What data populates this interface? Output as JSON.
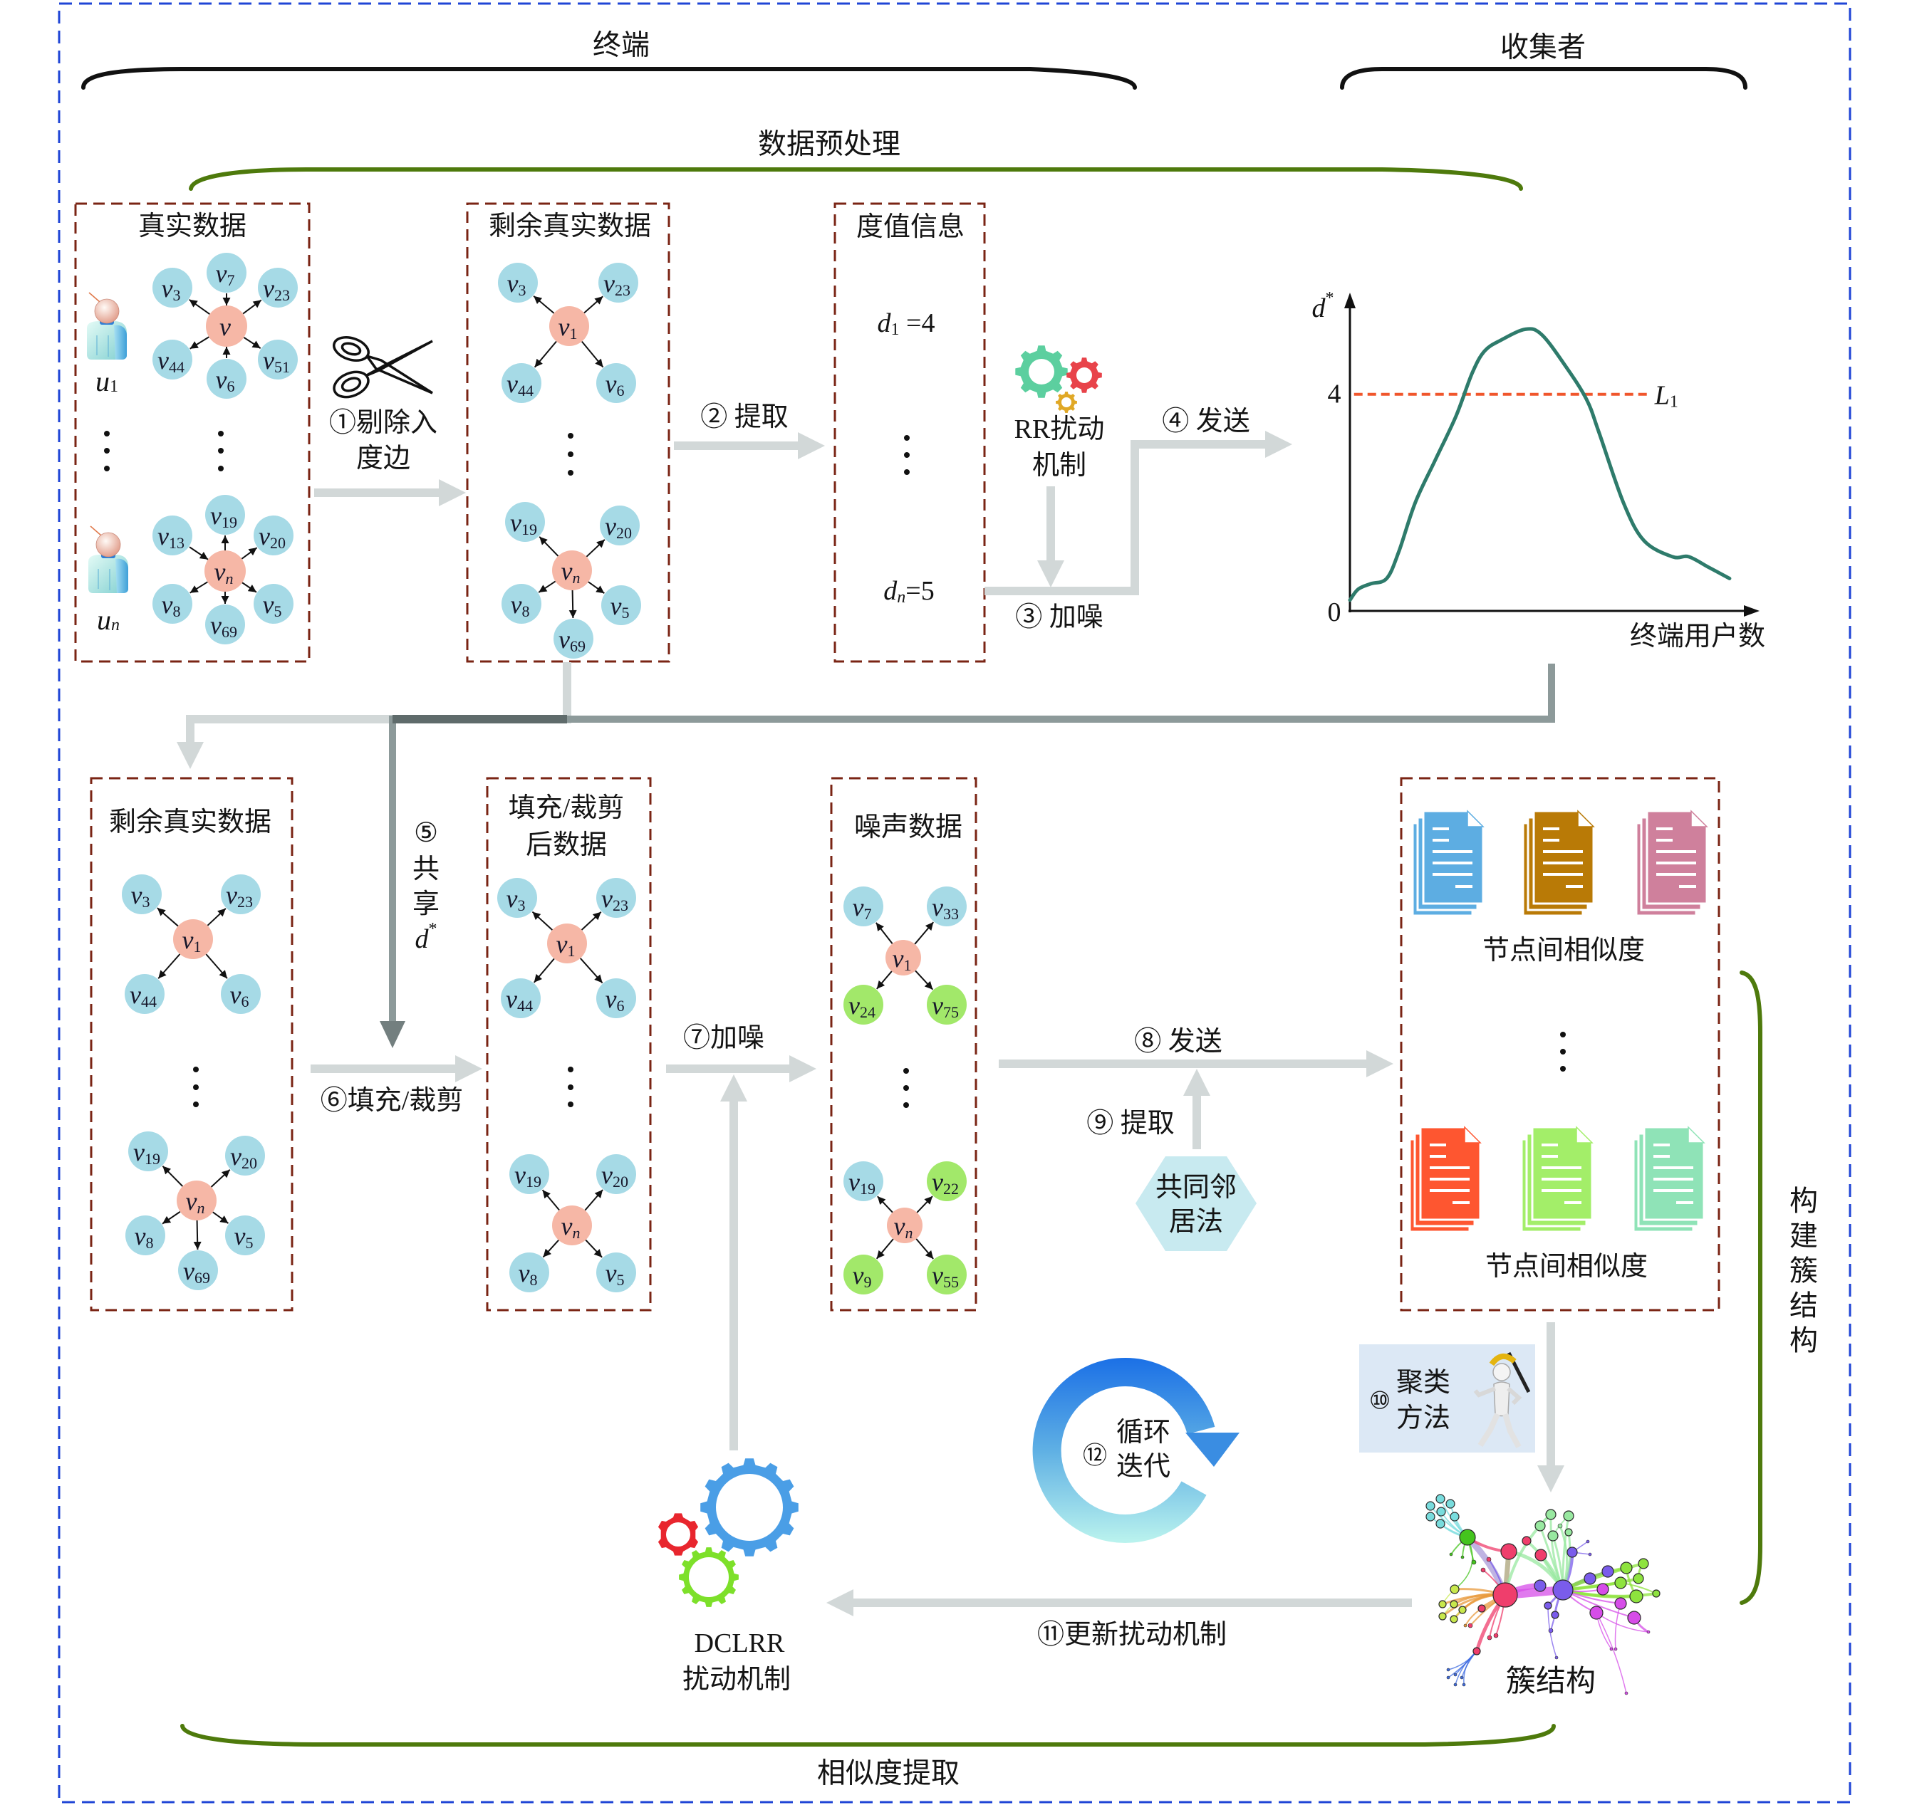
{
  "frame": {
    "terminal": "终端",
    "collector": "收集者"
  },
  "phases": {
    "preprocess": "数据预处理",
    "similarity_extraction": "相似度提取",
    "build_cluster": "构建簇结构"
  },
  "boxes": {
    "real_data": {
      "title": "真实数据",
      "users": [
        {
          "base": "u",
          "sub": "1"
        },
        {
          "base": "u",
          "sub": "n"
        }
      ]
    },
    "remaining_top": {
      "title": "剩余真实数据"
    },
    "degree_info": {
      "title": "度值信息",
      "entries": [
        {
          "base": "d",
          "sub": "1",
          "rest": " =4"
        },
        {
          "base": "d",
          "sub": "n",
          "rest": "=5"
        }
      ]
    },
    "remaining_bottom": {
      "title": "剩余真实数据"
    },
    "filled_cropped": {
      "title_lines": [
        "填充/裁剪",
        "后数据"
      ]
    },
    "noise_data": {
      "title": "噪声数据"
    },
    "similarity": {
      "labels": [
        "节点间相似度",
        "节点间相似度"
      ],
      "doc_colors": [
        "#5DADE2",
        "#B97A06",
        "#CF809C",
        "#FE5630",
        "#A3EE69",
        "#8FE3B7"
      ]
    }
  },
  "graphs": [
    {
      "id": "real_1",
      "box": "real_data",
      "center": {
        "base": "v",
        "sub": ""
      },
      "neighbors": [
        {
          "base": "v",
          "sub": "3",
          "dir": "out",
          "kind": "real"
        },
        {
          "base": "v",
          "sub": "7",
          "dir": "in",
          "kind": "real"
        },
        {
          "base": "v",
          "sub": "23",
          "dir": "out",
          "kind": "real"
        },
        {
          "base": "v",
          "sub": "44",
          "dir": "out",
          "kind": "real"
        },
        {
          "base": "v",
          "sub": "6",
          "dir": "in",
          "kind": "real"
        },
        {
          "base": "v",
          "sub": "51",
          "dir": "out",
          "kind": "real"
        }
      ]
    },
    {
      "id": "real_n",
      "box": "real_data",
      "center": {
        "base": "v",
        "sub": "n"
      },
      "neighbors": [
        {
          "base": "v",
          "sub": "13",
          "dir": "in",
          "kind": "real"
        },
        {
          "base": "v",
          "sub": "19",
          "dir": "out",
          "kind": "real"
        },
        {
          "base": "v",
          "sub": "20",
          "dir": "out",
          "kind": "real"
        },
        {
          "base": "v",
          "sub": "8",
          "dir": "out",
          "kind": "real"
        },
        {
          "base": "v",
          "sub": "69",
          "dir": "out",
          "kind": "real"
        },
        {
          "base": "v",
          "sub": "5",
          "dir": "out",
          "kind": "real"
        }
      ]
    },
    {
      "id": "rem_top_1",
      "box": "remaining_top",
      "center": {
        "base": "v",
        "sub": "1"
      },
      "neighbors": [
        {
          "base": "v",
          "sub": "3",
          "dir": "out",
          "kind": "real"
        },
        {
          "base": "v",
          "sub": "23",
          "dir": "out",
          "kind": "real"
        },
        {
          "base": "v",
          "sub": "44",
          "dir": "out",
          "kind": "real"
        },
        {
          "base": "v",
          "sub": "6",
          "dir": "out",
          "kind": "real"
        }
      ]
    },
    {
      "id": "rem_top_n",
      "box": "remaining_top",
      "center": {
        "base": "v",
        "sub": "n"
      },
      "neighbors": [
        {
          "base": "v",
          "sub": "19",
          "dir": "out",
          "kind": "real"
        },
        {
          "base": "v",
          "sub": "20",
          "dir": "out",
          "kind": "real"
        },
        {
          "base": "v",
          "sub": "8",
          "dir": "out",
          "kind": "real"
        },
        {
          "base": "v",
          "sub": "5",
          "dir": "out",
          "kind": "real"
        },
        {
          "base": "v",
          "sub": "69",
          "dir": "out",
          "kind": "real"
        }
      ]
    },
    {
      "id": "rem_bot_1",
      "box": "remaining_bottom",
      "center": {
        "base": "v",
        "sub": "1"
      },
      "neighbors": [
        {
          "base": "v",
          "sub": "3",
          "dir": "out",
          "kind": "real"
        },
        {
          "base": "v",
          "sub": "23",
          "dir": "out",
          "kind": "real"
        },
        {
          "base": "v",
          "sub": "44",
          "dir": "out",
          "kind": "real"
        },
        {
          "base": "v",
          "sub": "6",
          "dir": "out",
          "kind": "real"
        }
      ]
    },
    {
      "id": "rem_bot_n",
      "box": "remaining_bottom",
      "center": {
        "base": "v",
        "sub": "n"
      },
      "neighbors": [
        {
          "base": "v",
          "sub": "19",
          "dir": "out",
          "kind": "real"
        },
        {
          "base": "v",
          "sub": "20",
          "dir": "out",
          "kind": "real"
        },
        {
          "base": "v",
          "sub": "8",
          "dir": "out",
          "kind": "real"
        },
        {
          "base": "v",
          "sub": "5",
          "dir": "out",
          "kind": "real"
        },
        {
          "base": "v",
          "sub": "69",
          "dir": "out",
          "kind": "real"
        }
      ]
    },
    {
      "id": "filled_1",
      "box": "filled_cropped",
      "center": {
        "base": "v",
        "sub": "1"
      },
      "neighbors": [
        {
          "base": "v",
          "sub": "3",
          "dir": "out",
          "kind": "real"
        },
        {
          "base": "v",
          "sub": "23",
          "dir": "out",
          "kind": "real"
        },
        {
          "base": "v",
          "sub": "44",
          "dir": "out",
          "kind": "real"
        },
        {
          "base": "v",
          "sub": "6",
          "dir": "out",
          "kind": "real"
        }
      ]
    },
    {
      "id": "filled_n",
      "box": "filled_cropped",
      "center": {
        "base": "v",
        "sub": "n"
      },
      "neighbors": [
        {
          "base": "v",
          "sub": "19",
          "dir": "out",
          "kind": "real"
        },
        {
          "base": "v",
          "sub": "20",
          "dir": "out",
          "kind": "real"
        },
        {
          "base": "v",
          "sub": "8",
          "dir": "out",
          "kind": "real"
        },
        {
          "base": "v",
          "sub": "5",
          "dir": "out",
          "kind": "real"
        }
      ]
    },
    {
      "id": "noise_1",
      "box": "noise_data",
      "center": {
        "base": "v",
        "sub": "1"
      },
      "neighbors": [
        {
          "base": "v",
          "sub": "7",
          "dir": "out",
          "kind": "real"
        },
        {
          "base": "v",
          "sub": "33",
          "dir": "out",
          "kind": "real"
        },
        {
          "base": "v",
          "sub": "24",
          "dir": "out",
          "kind": "noise"
        },
        {
          "base": "v",
          "sub": "75",
          "dir": "out",
          "kind": "noise"
        }
      ]
    },
    {
      "id": "noise_n",
      "box": "noise_data",
      "center": {
        "base": "v",
        "sub": "n"
      },
      "neighbors": [
        {
          "base": "v",
          "sub": "19",
          "dir": "out",
          "kind": "real"
        },
        {
          "base": "v",
          "sub": "22",
          "dir": "out",
          "kind": "noise"
        },
        {
          "base": "v",
          "sub": "9",
          "dir": "out",
          "kind": "noise"
        },
        {
          "base": "v",
          "sub": "55",
          "dir": "out",
          "kind": "noise"
        }
      ]
    }
  ],
  "steps": {
    "remove_in_edges": {
      "lines": [
        "①剔除入",
        "度边"
      ]
    },
    "extract_degree": "② 提取",
    "add_noise_rr": "③ 加噪",
    "send_degree": "④ 发送",
    "share": {
      "lines": [
        "⑤",
        "共",
        "享"
      ],
      "symbol": {
        "base": "d",
        "sup": "*"
      }
    },
    "fill_crop": "⑥填充/裁剪",
    "add_noise_dclrr": "⑦加噪",
    "send_noise": "⑧ 发送",
    "extract_similarity": "⑨ 提取",
    "clustering": {
      "number": "⑩",
      "lines": [
        "聚类",
        "方法"
      ]
    },
    "update_mechanism": "⑪更新扰动机制",
    "iterate": {
      "number": "⑫",
      "lines": [
        "循环",
        "迭代"
      ]
    }
  },
  "mechanisms": {
    "rr": {
      "lines": [
        "RR扰动",
        "机制"
      ]
    },
    "dclrr": {
      "lines": [
        "DCLRR",
        "扰动机制"
      ]
    },
    "common_neighbor": {
      "lines": [
        "共同邻",
        "居法"
      ]
    }
  },
  "cluster": {
    "label": "簇结构",
    "palette": [
      "#78DCDD",
      "#44C41E",
      "#EF3E6C",
      "#7A5CEB",
      "#D64DE8",
      "#8EE33E",
      "#98E8A0",
      "#C8E84C",
      "#E89A3C",
      "#A99AD8",
      "#ABA378",
      "#3E6BE0"
    ]
  },
  "icons": {
    "rr_gears": [
      "#5CCF9F",
      "#E8434A",
      "#E0A826"
    ],
    "dclrr_gears": [
      "#4A9EE6",
      "#E8262E",
      "#7DE02A"
    ],
    "user": "user-icon",
    "scissors": "scissors-icon",
    "document": "document-stack-icon",
    "cycle": "cycle-arrow-icon",
    "miner": "miner-figure-icon",
    "network": "cluster-network-icon"
  },
  "colors": {
    "outer_border": "#1F45D6",
    "box_border": "#7A2414",
    "bracket_black": "#111111",
    "bracket_green": "#4E7A0C",
    "arrow_light": "#D2D8D8",
    "arrow_medium": "#8D9A9A",
    "arrow_dark": "#5F6B6B",
    "node_center": "#F6B7A6",
    "node_real": "#A6DAE6",
    "node_noise": "#A2E86A",
    "hexagon": "#C8EAF0",
    "clustering_panel": "#DCE8F5"
  },
  "chart_data": {
    "type": "line",
    "title": "",
    "xlabel": "终端用户数",
    "ylabel": "d*",
    "ylabel_parts": {
      "base": "d",
      "sup": "*"
    },
    "xlim": [
      0,
      10
    ],
    "ylim": [
      0,
      5.85
    ],
    "xticks": [],
    "yticks": [
      0,
      4
    ],
    "ytick_labels": [
      "0",
      "4"
    ],
    "grid": false,
    "legend": "none",
    "series": [
      {
        "name": "degree-distribution",
        "color": "#2E7B6B",
        "x": [
          0,
          0.2,
          0.5,
          0.9,
          1.2,
          1.6,
          2.1,
          2.6,
          3.0,
          3.3,
          3.7,
          4.3,
          4.7,
          5.3,
          5.8,
          6.1,
          6.7,
          7.2,
          7.9,
          8.3,
          8.8,
          9.3
        ],
        "y": [
          0.2,
          0.4,
          0.5,
          0.6,
          1.1,
          2.0,
          2.8,
          3.6,
          4.4,
          4.8,
          5.0,
          5.2,
          5.1,
          4.5,
          3.9,
          3.3,
          2.0,
          1.3,
          1.0,
          1.0,
          0.8,
          0.6
        ]
      }
    ],
    "reference_lines": [
      {
        "label": "L1",
        "label_parts": {
          "base": "L",
          "sub": "1"
        },
        "y": 4,
        "x_range": [
          0.1,
          7.3
        ],
        "color": "#F0562C",
        "style": "dashed"
      }
    ]
  }
}
